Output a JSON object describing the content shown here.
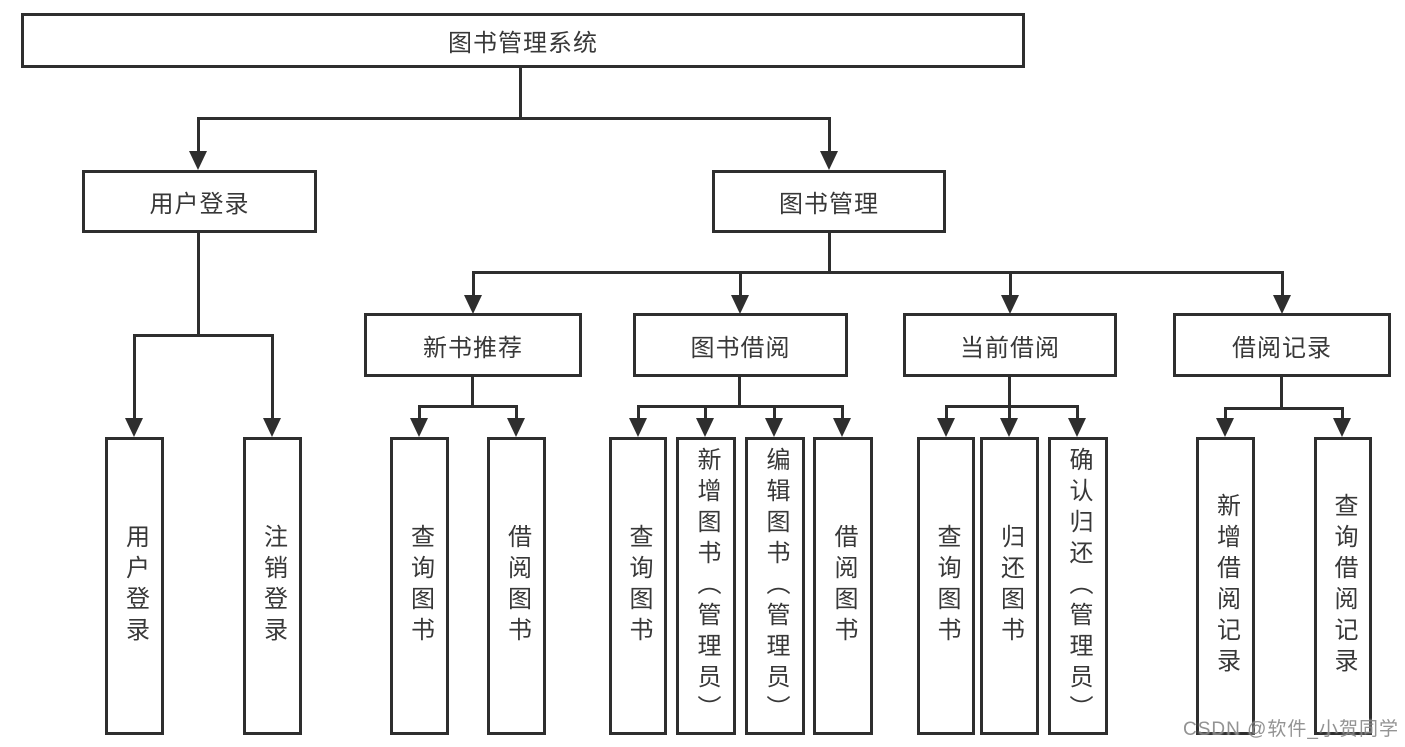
{
  "diagram": {
    "root": {
      "label": "图书管理系统"
    },
    "level1": [
      {
        "label": "用户登录",
        "children": [
          {
            "label": "用户登录"
          },
          {
            "label": "注销登录"
          }
        ]
      },
      {
        "label": "图书管理",
        "children": [
          {
            "label": "新书推荐",
            "children": [
              {
                "label": "查询图书"
              },
              {
                "label": "借阅图书"
              }
            ]
          },
          {
            "label": "图书借阅",
            "children": [
              {
                "label": "查询图书"
              },
              {
                "label": "新增图书（管理员）"
              },
              {
                "label": "编辑图书（管理员）"
              },
              {
                "label": "借阅图书"
              }
            ]
          },
          {
            "label": "当前借阅",
            "children": [
              {
                "label": "查询图书"
              },
              {
                "label": "归还图书"
              },
              {
                "label": "确认归还（管理员）"
              }
            ]
          },
          {
            "label": "借阅记录",
            "children": [
              {
                "label": "新增借阅记录"
              },
              {
                "label": "查询借阅记录"
              }
            ]
          }
        ]
      }
    ]
  },
  "watermark": {
    "text": "CSDN @软件_小贺同学"
  },
  "colors": {
    "line": "#2e2e2e",
    "text": "#383838",
    "background": "#ffffff",
    "watermark": "#808080"
  }
}
